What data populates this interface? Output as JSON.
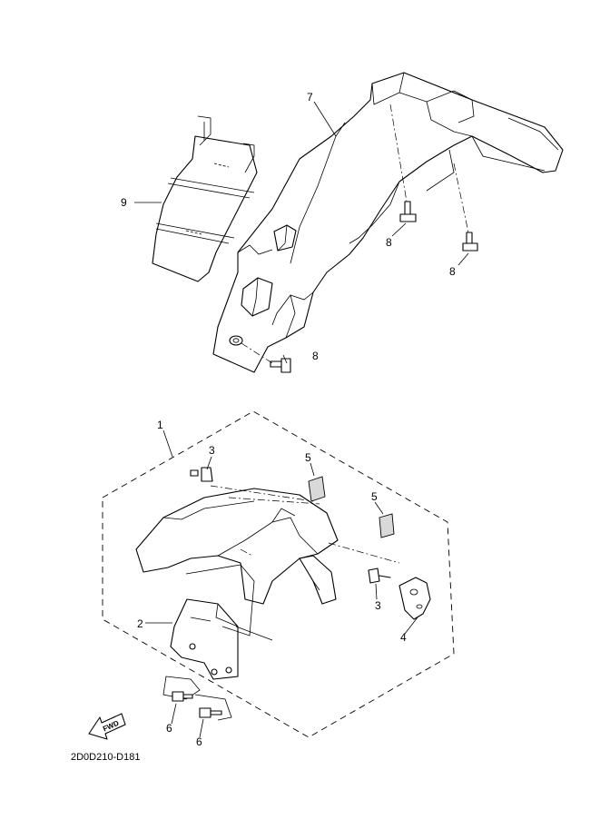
{
  "diagram_code": "2D0D210-D181",
  "fwd_label": "FWD",
  "callouts": {
    "c7": "7",
    "c9": "9",
    "c8a": "8",
    "c8b": "8",
    "c8c": "8",
    "c1": "1",
    "c3a": "3",
    "c3b": "3",
    "c5a": "5",
    "c5b": "5",
    "c2": "2",
    "c4": "4",
    "c6a": "6",
    "c6b": "6"
  }
}
